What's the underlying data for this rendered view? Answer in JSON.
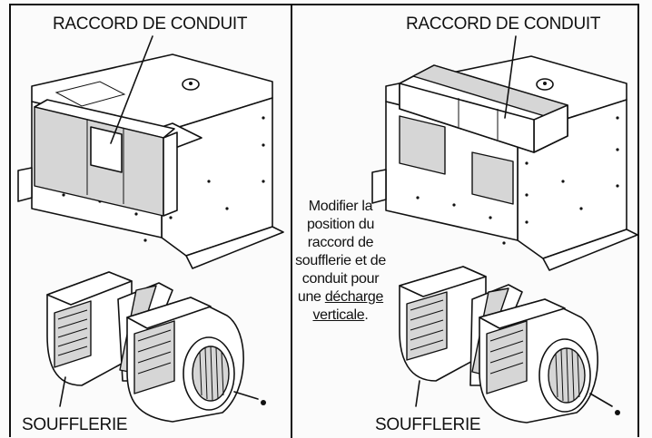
{
  "left_panel": {
    "title": "RACCORD DE CONDUIT",
    "blower_label": "SOUFFLERIE"
  },
  "right_panel": {
    "title": "RACCORD DE CONDUIT",
    "blower_label": "SOUFFLERIE"
  },
  "callout": {
    "text_before": "Modifier la position du raccord de soufflerie et de conduit pour une ",
    "underlined": "décharge verticale",
    "text_after": "."
  }
}
